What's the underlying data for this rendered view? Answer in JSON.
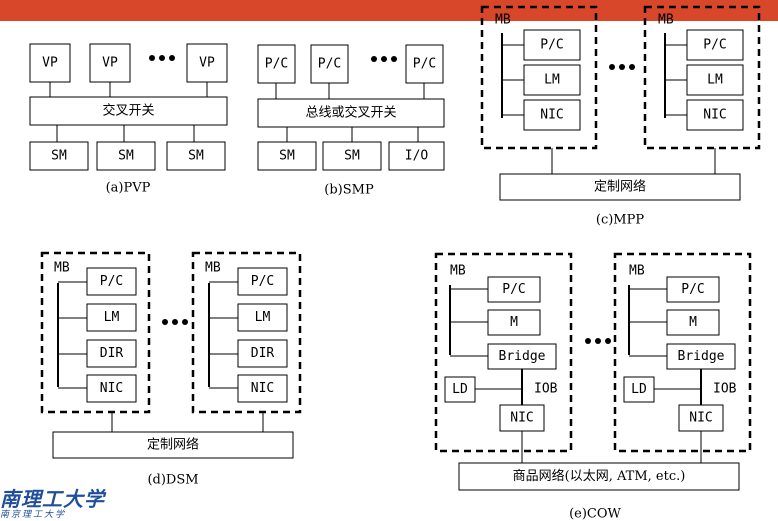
{
  "accent_color": "#d9472b",
  "logo_text": "南理工大学",
  "logo_subtext": "南京理工大学",
  "panels": {
    "pvp": {
      "caption": "(a)PVP",
      "processor_label": "VP",
      "switch_label": "交叉开关",
      "memory_label": "SM",
      "ellipsis": "•••"
    },
    "smp": {
      "caption": "(b)SMP",
      "processor_label": "P/C",
      "bus_label": "总线或交叉开关",
      "memory_label": "SM",
      "io_label": "I/O",
      "ellipsis": "•••"
    },
    "mpp": {
      "caption": "(c)MPP",
      "mb_label": "MB",
      "pc_label": "P/C",
      "lm_label": "LM",
      "nic_label": "NIC",
      "network_label": "定制网络",
      "ellipsis": "•••"
    },
    "dsm": {
      "caption": "(d)DSM",
      "mb_label": "MB",
      "pc_label": "P/C",
      "lm_label": "LM",
      "dir_label": "DIR",
      "nic_label": "NIC",
      "network_label": "定制网络",
      "ellipsis": "•••"
    },
    "cow": {
      "caption": "(e)COW",
      "mb_label": "MB",
      "pc_label": "P/C",
      "m_label": "M",
      "bridge_label": "Bridge",
      "ld_label": "LD",
      "iob_label": "IOB",
      "nic_label": "NIC",
      "network_label": "商品网络(以太网, ATM, etc.)",
      "ellipsis": "•••"
    }
  }
}
